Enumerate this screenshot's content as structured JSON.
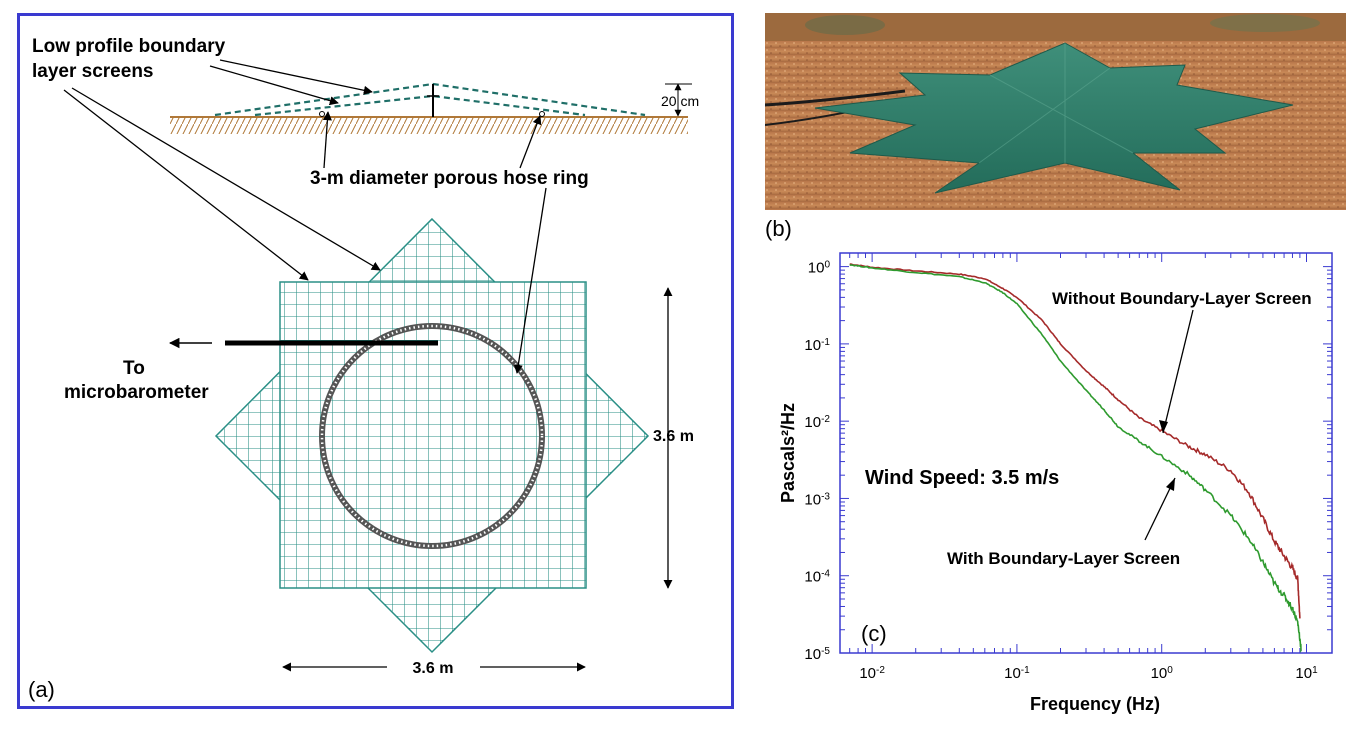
{
  "diagram": {
    "panel_label": "(a)",
    "screens_label_line1": "Low profile boundary",
    "screens_label_line2": "layer screens",
    "height_label": "20 cm",
    "hose_label": "3-m diameter porous hose ring",
    "to_label": "To",
    "microbarometer_label": "microbarometer",
    "dim_vertical": "3.6 m",
    "dim_horizontal": "3.6 m"
  },
  "photo": {
    "panel_label": "(b)"
  },
  "colors": {
    "frame_border": "#3a3ad0",
    "screen_teal": "#2a8f86",
    "ground_brown": "#b07838",
    "curve_without": "#a52a2a",
    "curve_with": "#2e9a2e",
    "axis_blue": "#3a3ad0"
  },
  "chart_data": {
    "type": "line",
    "panel_label": "(c)",
    "xlabel": "Frequency (Hz)",
    "ylabel": "Pascals²/Hz",
    "xscale": "log",
    "yscale": "log",
    "xlim": [
      0.006,
      15
    ],
    "ylim": [
      1e-05,
      1.5
    ],
    "x_ticks": [
      {
        "label": "10",
        "exp": "-2",
        "value": 0.01
      },
      {
        "label": "10",
        "exp": "-1",
        "value": 0.1
      },
      {
        "label": "10",
        "exp": "0",
        "value": 1
      },
      {
        "label": "10",
        "exp": "1",
        "value": 10
      }
    ],
    "y_ticks": [
      {
        "label": "10",
        "exp": "0",
        "value": 1
      },
      {
        "label": "10",
        "exp": "-1",
        "value": 0.1
      },
      {
        "label": "10",
        "exp": "-2",
        "value": 0.01
      },
      {
        "label": "10",
        "exp": "-3",
        "value": 0.001
      },
      {
        "label": "10",
        "exp": "-4",
        "value": 0.0001
      },
      {
        "label": "10",
        "exp": "-5",
        "value": 1e-05
      }
    ],
    "annotation": "Wind Speed: 3.5 m/s",
    "series": [
      {
        "name": "Without Boundary-Layer Screen",
        "x": [
          0.007,
          0.01,
          0.02,
          0.04,
          0.06,
          0.08,
          0.1,
          0.15,
          0.2,
          0.3,
          0.4,
          0.5,
          0.7,
          1.0,
          1.5,
          2.0,
          3.0,
          4.0,
          5.0,
          6.0,
          7.0,
          8.0,
          8.7,
          9.0
        ],
        "y": [
          1.08,
          0.98,
          0.88,
          0.8,
          0.7,
          0.52,
          0.4,
          0.2,
          0.1,
          0.045,
          0.028,
          0.019,
          0.011,
          0.0075,
          0.0048,
          0.0037,
          0.0023,
          0.0012,
          0.00055,
          0.00028,
          0.00018,
          0.000125,
          9e-05,
          2.8e-05
        ]
      },
      {
        "name": "With Boundary-Layer Screen",
        "x": [
          0.007,
          0.01,
          0.02,
          0.04,
          0.06,
          0.08,
          0.1,
          0.15,
          0.2,
          0.3,
          0.4,
          0.5,
          0.7,
          1.0,
          1.5,
          2.0,
          3.0,
          4.0,
          5.0,
          6.0,
          7.0,
          8.0,
          8.7,
          9.2
        ],
        "y": [
          1.06,
          0.96,
          0.84,
          0.74,
          0.62,
          0.46,
          0.33,
          0.13,
          0.06,
          0.025,
          0.014,
          0.0085,
          0.0055,
          0.0035,
          0.0021,
          0.0013,
          0.0006,
          0.0003,
          0.00015,
          8e-05,
          5.5e-05,
          3.8e-05,
          2.5e-05,
          1.1e-05
        ]
      }
    ]
  }
}
